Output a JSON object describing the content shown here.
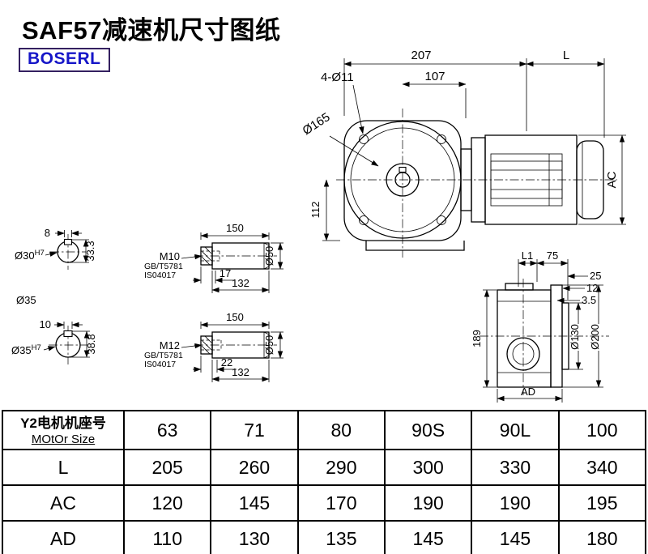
{
  "title": "SAF57减速机尺寸图纸",
  "brand": "BOSERL",
  "drawing": {
    "main_view": {
      "width_total": "207",
      "motor_length": "L",
      "flange_offset": "107",
      "bolt_holes": "4-Ø11",
      "flange_dia": "Ø165",
      "center_height": "112",
      "motor_height": "AC"
    },
    "shaft_section_30": {
      "key_width": "8",
      "bore": "Ø30",
      "bore_tol": "H7",
      "key_depth": "33.3",
      "shaft_dia": "Ø35"
    },
    "shaft_section_35": {
      "key_width": "10",
      "bore": "Ø35",
      "bore_tol": "H7",
      "key_depth": "38.8"
    },
    "shaft_detail_m10": {
      "length": "150",
      "thread": "M10",
      "std1": "GB/T5781",
      "std2": "IS04017",
      "thread_depth": "17",
      "usable_length": "132",
      "dia": "Ø50"
    },
    "shaft_detail_m12": {
      "length": "150",
      "thread": "M12",
      "std1": "GB/T5781",
      "std2": "IS04017",
      "thread_depth": "22",
      "usable_length": "132",
      "dia": "Ø50"
    },
    "side_view": {
      "l1": "L1",
      "d75": "75",
      "d25": "25",
      "d12": "12",
      "d3_5": "3.5",
      "height": "189",
      "spigot_dia": "Ø130",
      "flange_dia": "Ø200",
      "ad": "AD"
    }
  },
  "table": {
    "col_header": {
      "line1": "Y2电机机座号",
      "line2": "MOtOr Size"
    },
    "columns": [
      "63",
      "71",
      "80",
      "90S",
      "90L",
      "100"
    ],
    "rows": [
      {
        "label": "L",
        "values": [
          "205",
          "260",
          "290",
          "300",
          "330",
          "340"
        ]
      },
      {
        "label": "AC",
        "values": [
          "120",
          "145",
          "170",
          "190",
          "190",
          "195"
        ]
      },
      {
        "label": "AD",
        "values": [
          "110",
          "130",
          "135",
          "145",
          "145",
          "180"
        ]
      }
    ]
  }
}
